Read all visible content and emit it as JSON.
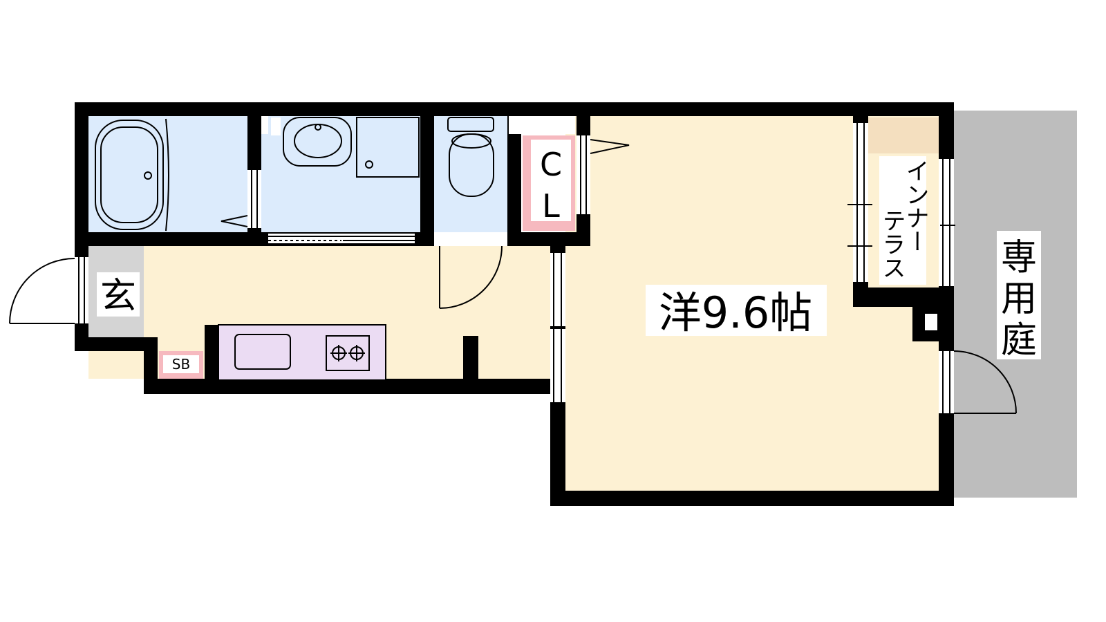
{
  "floorplan": {
    "main_room_label": "洋9.6帖",
    "closet_label_line1": "C",
    "closet_label_line2": "L",
    "entrance_label": "玄",
    "shoebox_label": "SB",
    "inner_terrace_line1": "インナー",
    "inner_terrace_line2": "テラス",
    "garden_label_chars": [
      "専",
      "用",
      "庭"
    ]
  },
  "colors": {
    "wall": "#000000",
    "room_floor": "#fdf1d3",
    "wet_area": "#dcebfc",
    "entrance": "#d4d4d4",
    "garden": "#bdbdbd",
    "kitchen": "#ebdcf3",
    "closet_pink": "#f6b9bf",
    "terrace_shelf": "#f4dfbf"
  }
}
